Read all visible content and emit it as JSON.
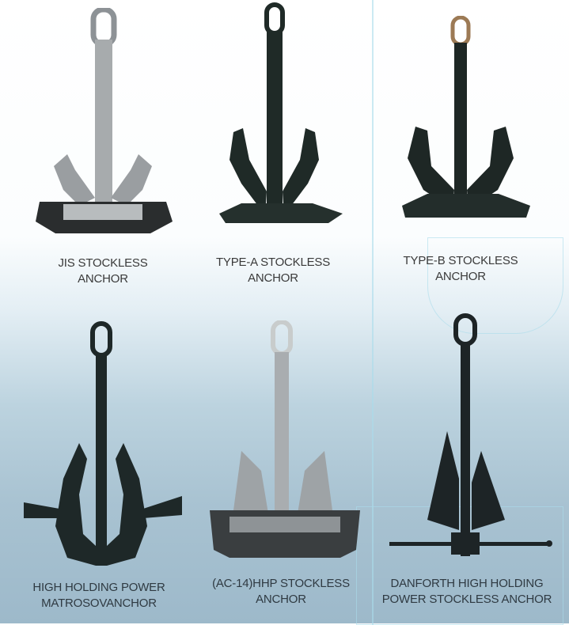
{
  "anchors": [
    {
      "line1": "JIS STOCKLESS",
      "line2": "ANCHOR",
      "color": "#8d9296"
    },
    {
      "line1": "TYPE-A STOCKLESS",
      "line2": "ANCHOR",
      "color": "#1f2a27"
    },
    {
      "line1": "TYPE-B STOCKLESS",
      "line2": "ANCHOR",
      "color": "#1e2725"
    },
    {
      "line1": "HIGH HOLDING POWER",
      "line2": "MATROSOVANCHOR",
      "color": "#1e2828"
    },
    {
      "line1": "(AC-14)HHP STOCKLESS",
      "line2": "ANCHOR",
      "color": "#9a9fa3"
    },
    {
      "line1": "DANFORTH HIGH HOLDING",
      "line2": "POWER STOCKLESS ANCHOR",
      "color": "#1d2426"
    }
  ]
}
